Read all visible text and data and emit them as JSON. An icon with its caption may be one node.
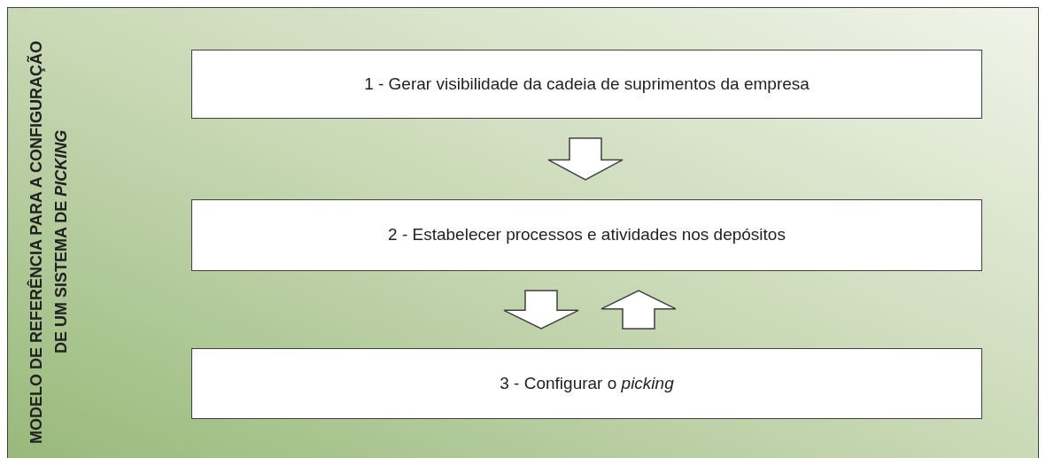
{
  "diagram": {
    "nodes": [
      {
        "text": [
          "MODELO DE REFERÊNCIA PARA A CONFIGURAÇÃO DE UM SISTEMA DE *PICKING*"
        ]
      },
      {
        "text": [
          "1 - Gerar visibilidade da cadeia de suprimentos da empresa"
        ],
        "in": 0
      },
      {
        "text": [
          "2 - Estabelecer processos e atividades nos depósitos"
        ],
        "in": 0
      },
      {
        "text": [
          "3 - Configurar o *picking*"
        ],
        "in": 0
      }
    ],
    "edges": [
      {
        "from": 1,
        "to": 2,
        "arrow": "to"
      },
      {
        "from": 2,
        "to": 3,
        "arrow": "to"
      },
      {
        "from": 3,
        "to": 2,
        "arrow": "to"
      }
    ]
  }
}
